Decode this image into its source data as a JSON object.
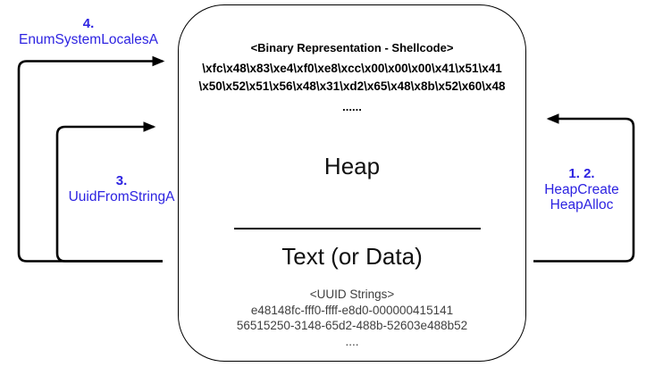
{
  "box": {
    "shellcode_title": "<Binary Representation - Shellcode>",
    "shellcode_line1": "\\xfc\\x48\\x83\\xe4\\xf0\\xe8\\xcc\\x00\\x00\\x00\\x41\\x51\\x41",
    "shellcode_line2": "\\x50\\x52\\x51\\x56\\x48\\x31\\xd2\\x65\\x48\\x8b\\x52\\x60\\x48",
    "shellcode_ellipsis": "......",
    "heap_label": "Heap",
    "text_label": "Text (or Data)",
    "uuid_title": "<UUID Strings>",
    "uuid_line1": "e48148fc-fff0-ffff-e8d0-000000415141",
    "uuid_line2": "56515250-3148-65d2-488b-52603e488b52",
    "uuid_ellipsis": "...."
  },
  "annotations": {
    "step4_number": "4.",
    "step4_label": "EnumSystemLocalesA",
    "step3_number": "3.",
    "step3_label": "UuidFromStringA",
    "step12_number": "1. 2.",
    "step12_label1": "HeapCreate",
    "step12_label2": "HeapAlloc"
  },
  "colors": {
    "annotation_text": "#2d23e1",
    "line": "#000000",
    "muted_text": "#3f3f3f",
    "background": "#ffffff"
  }
}
